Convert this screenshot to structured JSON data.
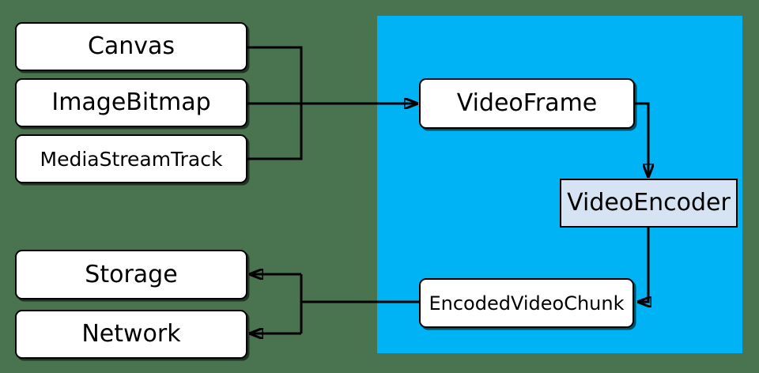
{
  "colors": {
    "background": "#4a7350",
    "region": "#00b3f4",
    "node_fill": "#ffffff",
    "encoder_fill": "#d5e3f2",
    "line": "#000000",
    "text": "#000000"
  },
  "nodes": {
    "canvas": {
      "label": "Canvas"
    },
    "image_bitmap": {
      "label": "ImageBitmap"
    },
    "media_stream_track": {
      "label": "MediaStreamTrack"
    },
    "video_frame": {
      "label": "VideoFrame"
    },
    "video_encoder": {
      "label": "VideoEncoder"
    },
    "encoded_video_chunk": {
      "label": "EncodedVideoChunk"
    },
    "storage": {
      "label": "Storage"
    },
    "network": {
      "label": "Network"
    }
  },
  "edges": [
    {
      "from": "Canvas",
      "to": "VideoFrame"
    },
    {
      "from": "ImageBitmap",
      "to": "VideoFrame"
    },
    {
      "from": "MediaStreamTrack",
      "to": "VideoFrame"
    },
    {
      "from": "VideoFrame",
      "to": "VideoEncoder"
    },
    {
      "from": "VideoEncoder",
      "to": "EncodedVideoChunk"
    },
    {
      "from": "EncodedVideoChunk",
      "to": "Storage"
    },
    {
      "from": "EncodedVideoChunk",
      "to": "Network"
    }
  ]
}
